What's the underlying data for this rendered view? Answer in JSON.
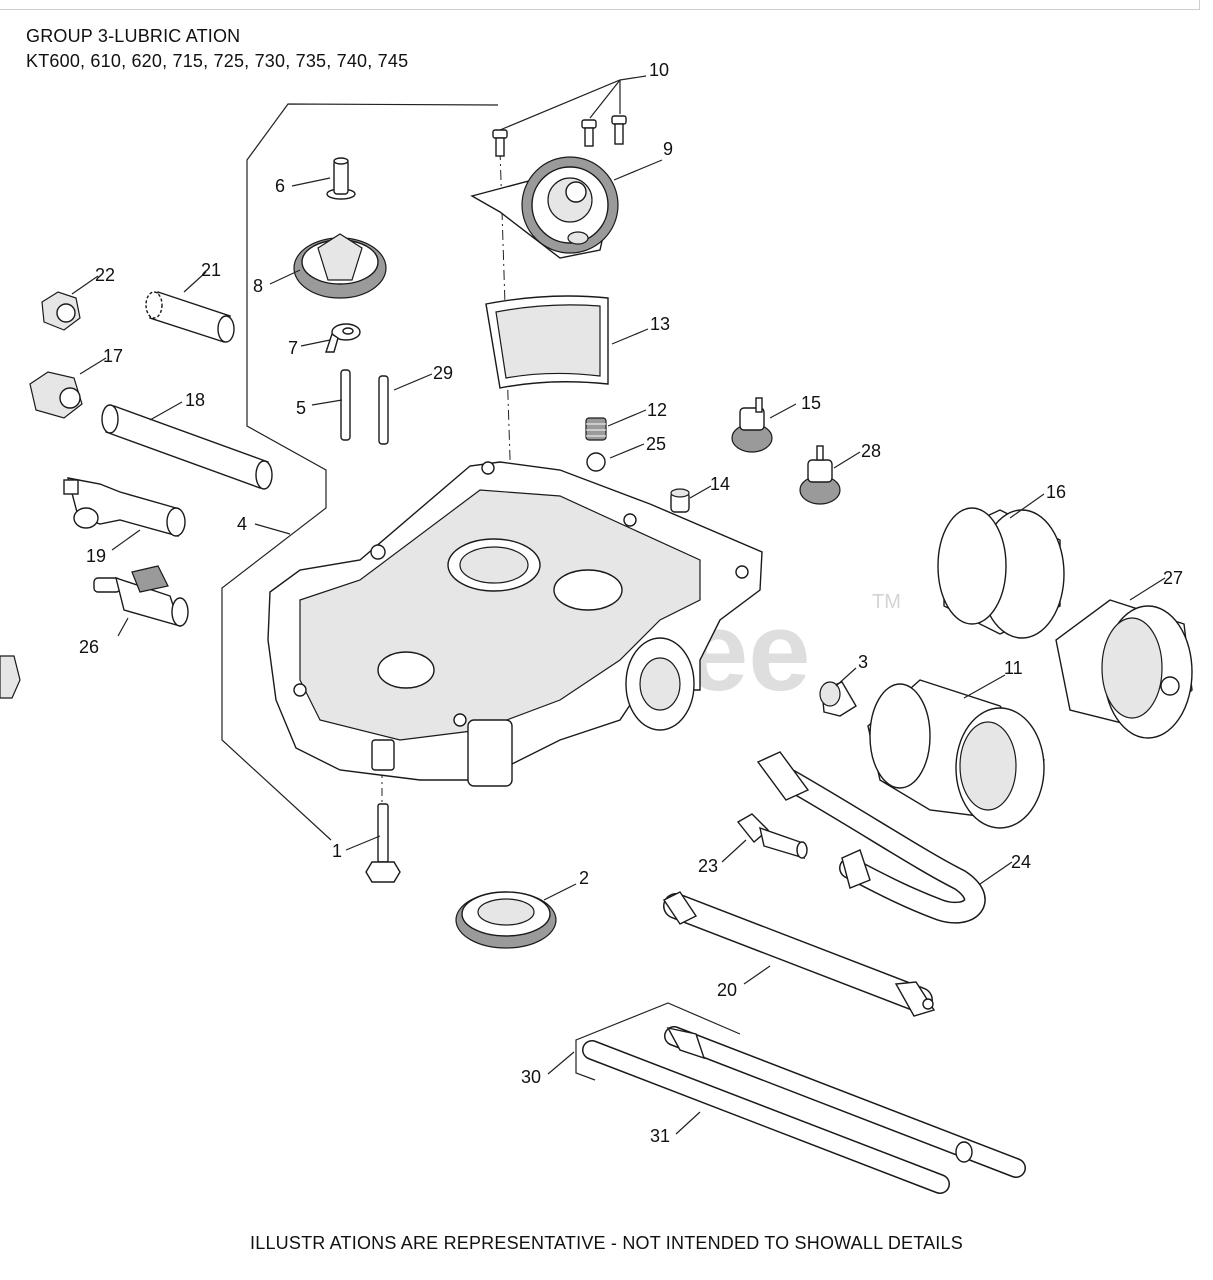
{
  "header": {
    "line1": "GROUP 3-LUBRIC ATION",
    "line2": "KT600, 610, 620, 715, 725, 730, 735, 740, 745"
  },
  "footer": "ILLUSTR ATIONS ARE REPRESENTATIVE - NOT INTENDED TO SHOWALL DETAILS",
  "watermark": {
    "brand": "PartsTree",
    "tm": "TM"
  },
  "callouts": {
    "c1": "1",
    "c2": "2",
    "c3": "3",
    "c4": "4",
    "c5": "5",
    "c6": "6",
    "c7": "7",
    "c8": "8",
    "c9": "9",
    "c10": "10",
    "c11": "11",
    "c12": "12",
    "c13": "13",
    "c14": "14",
    "c15": "15",
    "c16": "16",
    "c17": "17",
    "c18": "18",
    "c19": "19",
    "c20": "20",
    "c21": "21",
    "c22": "22",
    "c23": "23",
    "c24": "24",
    "c25": "25",
    "c26": "26",
    "c27": "27",
    "c28": "28",
    "c29": "29",
    "c30": "30",
    "c31": "31"
  }
}
